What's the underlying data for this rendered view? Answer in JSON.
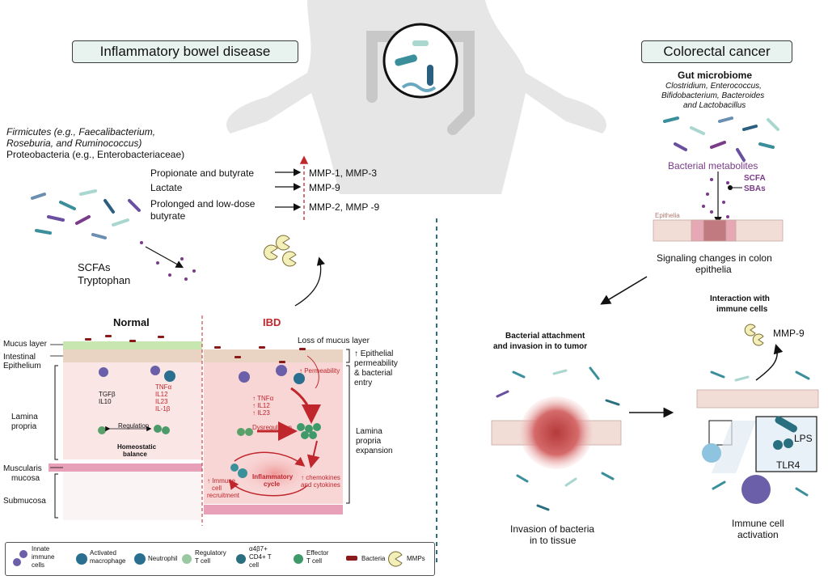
{
  "left_title": "Inflammatory bowel disease",
  "right_title": "Colorectal cancer",
  "firmicutes_line1": "Firmicutes (e.g., Faecalibacterium,",
  "firmicutes_line2": "Roseburia, and Ruminococcus)",
  "proteobacteria": "Proteobacteria (e.g., Enterobacteriaceae)",
  "metabolites": [
    "Propionate and butyrate",
    "Lactate",
    "Prolonged and low-dose",
    "butyrate"
  ],
  "mmps": [
    "MMP-1, MMP-3",
    "MMP-9",
    "MMP-2, MMP -9"
  ],
  "scfas": "SCFAs",
  "tryptophan": "Tryptophan",
  "normal_label": "Normal",
  "ibd_label": "IBD",
  "layers": {
    "mucus": "Mucus layer",
    "intestinal": "Intestinal",
    "epithelium": "Epithelium",
    "lamina1": "Lamina",
    "lamina2": "propria",
    "muscularis": "Muscularis",
    "mucosa": "mucosa",
    "submucosa": "Submucosa"
  },
  "normal_cytokines_left": [
    "TGFβ",
    "IL10"
  ],
  "normal_cytokines_right": [
    "TNFα",
    "IL12",
    "IL23",
    "IL-1β"
  ],
  "regulation": "Regulation",
  "homeostatic1": "Homeostatic",
  "homeostatic2": "balance",
  "ibd_texts": {
    "loss_mucus": "Loss of mucus layer",
    "epi1": "↑ Epithelial",
    "epi2": "permeability",
    "epi3": "& bacterial",
    "epi4": "entry",
    "permeability": "↑ Permeability",
    "tnf": "↑ TNFα",
    "il12": "↑ IL12",
    "il23": "↑ IL23",
    "dysregulation": "Dysregulation",
    "infl1": "Inflammatory",
    "infl2": "cycle",
    "chem1": "↑ chemokines",
    "chem2": "and cytokines",
    "rec1": "↑ Immune",
    "rec2": "cell",
    "rec3": "recruitment",
    "lp1": "Lamina",
    "lp2": "propria",
    "lp3": "expansion"
  },
  "gut_microbiome": "Gut microbiome",
  "genera": [
    "Clostridium, Enterococcus,",
    "Bifidobacterium, Bacteroides",
    "and Lactobacillus"
  ],
  "bacterial_metabolites": "Bacterial metabolites",
  "scfa": "SCFA",
  "sbas": "SBAs",
  "epithelia_label": "Epithelia",
  "signaling1": "Signaling changes in colon",
  "signaling2": "epithelia",
  "attach1": "Bacterial attachment",
  "attach2": "and invasion in to tumor",
  "interaction1": "Interaction with",
  "interaction2": "immune cells",
  "mmp9_right": "MMP-9",
  "lps": "LPS",
  "tlr4": "TLR4",
  "invasion1": "Invasion of bacteria",
  "invasion2": "in to tissue",
  "activation1": "Immune cell",
  "activation2": "activation",
  "legend": {
    "innate1": "Innate",
    "innate2": "immune",
    "innate3": "cells",
    "activated1": "Activated",
    "activated2": "macrophage",
    "neutrophil": "Neutrophil",
    "regulatory1": "Regulatory",
    "regulatory2": "T cell",
    "cd4_1": "α4β7+",
    "cd4_2": "CD4+ T",
    "cd4_3": "cell",
    "effector1": "Effector",
    "effector2": "T cell",
    "bacteria": "Bacteria",
    "mmps": "MMPs"
  },
  "colors": {
    "ibd_red": "#c0272d",
    "title_bg": "#e8f3ef",
    "dashed_teal": "#2a6f7f",
    "purple": "#7a3b8a"
  }
}
